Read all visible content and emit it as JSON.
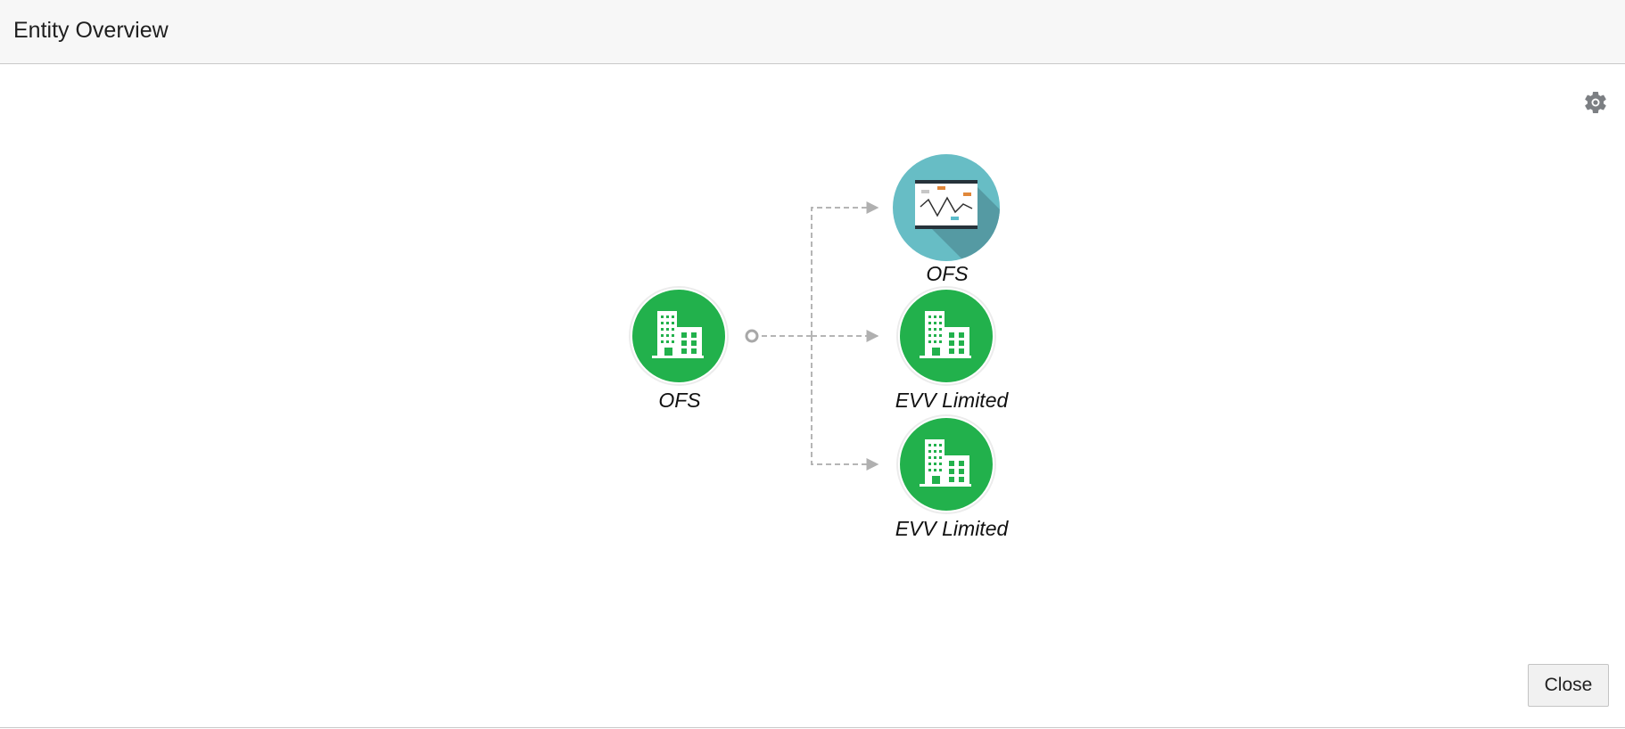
{
  "dialog": {
    "title": "Entity Overview",
    "close_label": "Close",
    "settings_icon": "gear-icon"
  },
  "graph": {
    "source": {
      "label": "OFS",
      "icon": "building-icon",
      "color": "#22b14c"
    },
    "targets": [
      {
        "label": "OFS",
        "icon": "dashboard-chart-icon",
        "color": "#67bdc5"
      },
      {
        "label": "EVV Limited",
        "icon": "building-icon",
        "color": "#22b14c"
      },
      {
        "label": "EVV Limited",
        "icon": "building-icon",
        "color": "#22b14c"
      }
    ],
    "edge_style": "dashed",
    "edge_color": "#b5b5b5"
  }
}
